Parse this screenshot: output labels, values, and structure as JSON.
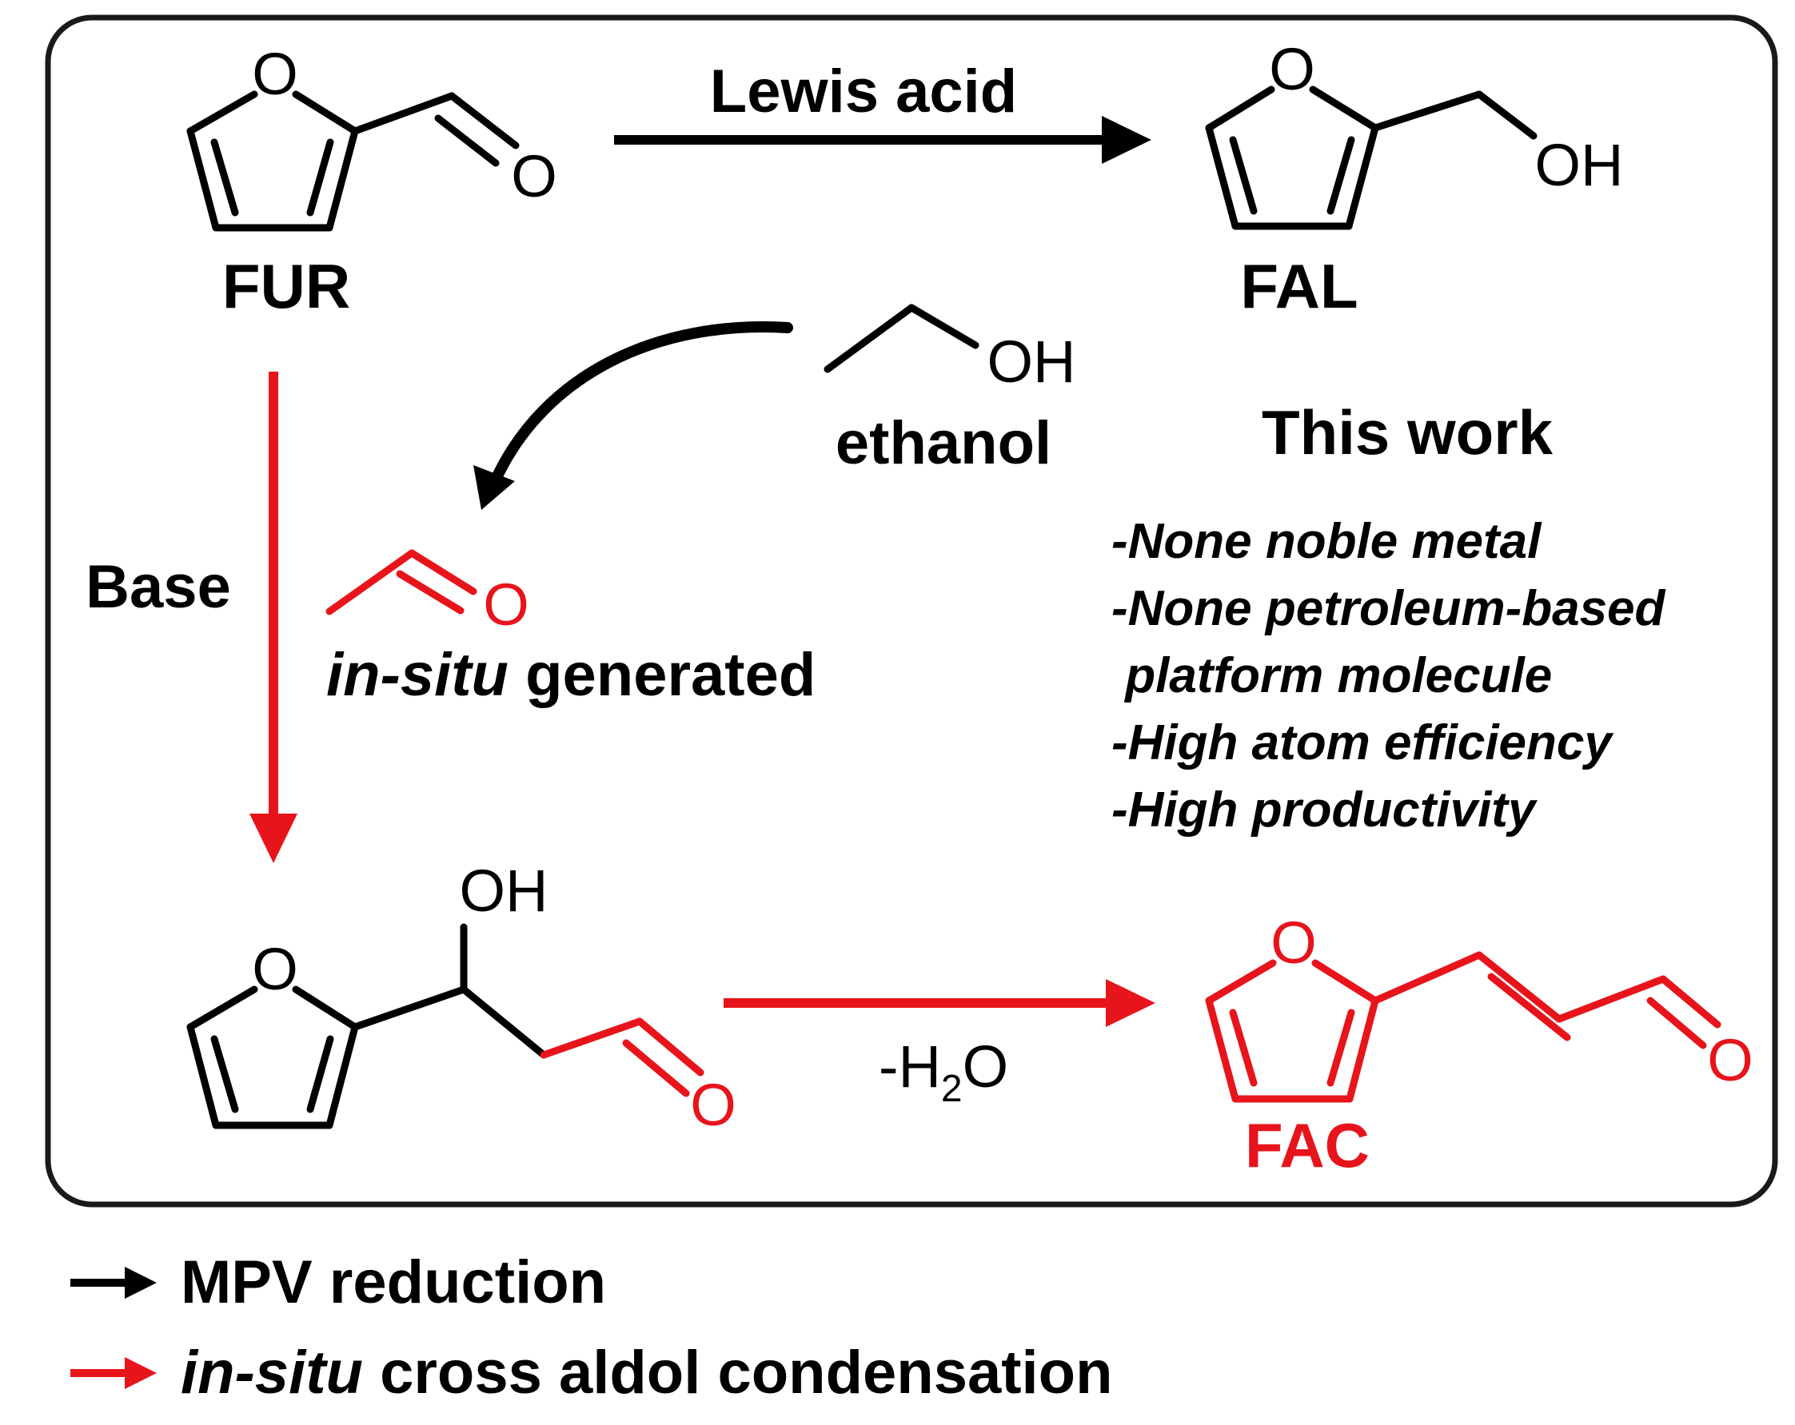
{
  "colors": {
    "black": "#000000",
    "red": "#e8141b",
    "frame": "#1a1a1a"
  },
  "reactions": {
    "lewis_acid": "Lewis acid",
    "base": "Base",
    "dehydration_prefix": "-H",
    "dehydration_sub": "2",
    "dehydration_suffix": "O"
  },
  "compounds": {
    "fur": "FUR",
    "fal": "FAL",
    "fac": "FAC",
    "ethanol": "ethanol",
    "acetaldehyde_italic": "in-situ",
    "acetaldehyde_rest": " generated"
  },
  "atoms": {
    "O": "O",
    "OH": "OH"
  },
  "this_work": {
    "title": "This work",
    "points": [
      "-None noble metal",
      "-None petroleum-based",
      " platform molecule",
      "-High atom efficiency",
      "-High productivity"
    ]
  },
  "legend": {
    "mpv": "MPV reduction",
    "aldol_italic": "in-situ",
    "aldol_rest": " cross aldol condensation"
  }
}
